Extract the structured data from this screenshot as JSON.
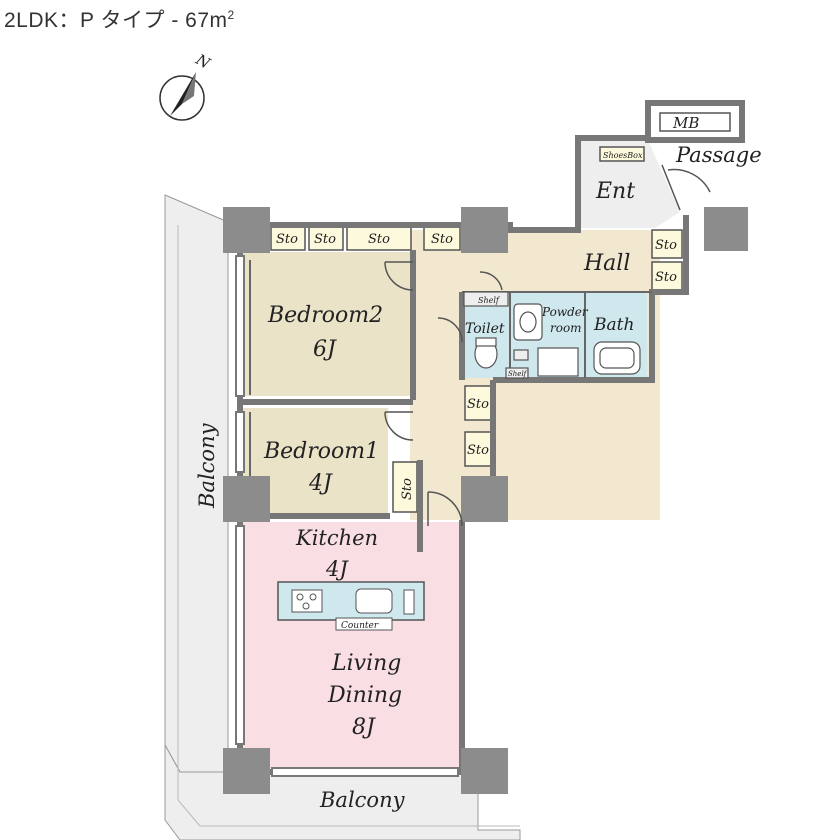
{
  "title": {
    "text": "2LDK：P タイプ - 67m",
    "superscript": "2"
  },
  "compass": {
    "label": "N"
  },
  "rooms": {
    "bedroom2": {
      "name": "Bedroom2",
      "size": "6J"
    },
    "bedroom1": {
      "name": "Bedroom1",
      "size": "4J"
    },
    "kitchen": {
      "name": "Kitchen",
      "size": "4J"
    },
    "living": {
      "name1": "Living",
      "name2": "Dining",
      "size": "8J"
    },
    "hall": {
      "name": "Hall"
    },
    "entrance": {
      "name": "Ent"
    },
    "passage": {
      "name": "Passage"
    },
    "meter_box": {
      "name": "MB"
    },
    "shoes_box": {
      "name": "ShoesBox"
    },
    "toilet": {
      "name": "Toilet"
    },
    "powder_room": {
      "name1": "Powder",
      "name2": "room"
    },
    "bath": {
      "name": "Bath"
    }
  },
  "storage_label": "Sto",
  "shelf_label": "Shelf",
  "counter_label": "Counter",
  "balcony_label": "Balcony",
  "colors": {
    "bedroom": "#eae3c8",
    "living": "#f9dfe4",
    "hall": "#f1e8cf",
    "wet_area": "#cfe8ee",
    "storage": "#fdf9dc",
    "wall": "#777777",
    "pillar": "#8c8c8c",
    "balcony": "#eeeeee"
  }
}
